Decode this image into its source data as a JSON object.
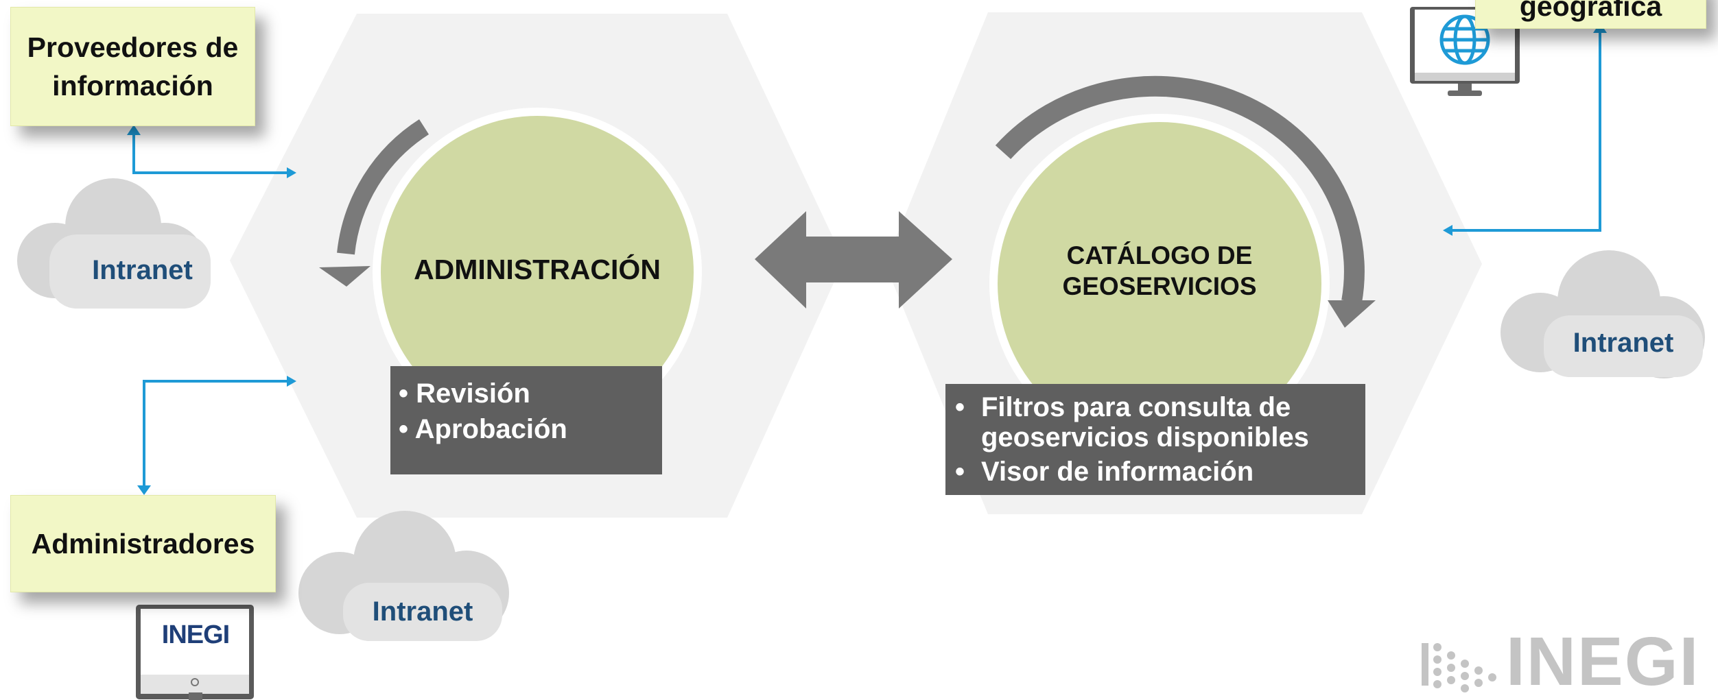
{
  "providers_box": {
    "line1": "Proveedores de",
    "line2": "información"
  },
  "geo_box": {
    "text": "geográfica"
  },
  "admins_box": {
    "text": "Administradores"
  },
  "clouds": [
    "Intranet",
    "Intranet",
    "Intranet"
  ],
  "admin_circle": {
    "title": "ADMINISTRACIÓN",
    "bullets": [
      "Revisión",
      "Aprobación"
    ]
  },
  "catalog_circle": {
    "title_line1": "CATÁLOGO DE",
    "title_line2": "GEOSERVICIOS",
    "bullets": [
      "Filtros para consulta de",
      "geoservicios disponibles",
      "Visor de información"
    ]
  },
  "monitor_logo": "INEGI",
  "footer_logo": "INEGI",
  "colors": {
    "hexagon": "#f2f2f2",
    "circle": "#d0d9a3",
    "yellow_box": "#f2f7c6",
    "cloud": "#d6d6d6",
    "arrow_gray": "#7a7a7a",
    "connector_blue": "#1e9ad6",
    "cloud_text": "#1f4e79",
    "dark_box": "#5f5f5f"
  },
  "icons": [
    "globe-icon",
    "monitor-icon",
    "cloud-icon",
    "double-arrow-icon",
    "cycle-arrow-icon",
    "inegi-logo"
  ]
}
